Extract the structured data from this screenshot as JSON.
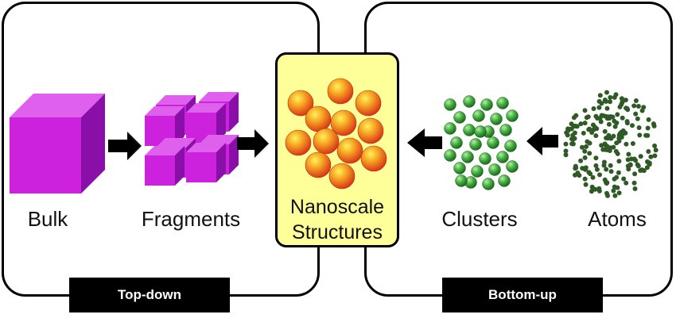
{
  "labels": {
    "bulk": "Bulk",
    "fragments": "Fragments",
    "nanoscale_line1": "Nanoscale",
    "nanoscale_line2": "Structures",
    "clusters": "Clusters",
    "atoms": "Atoms"
  },
  "banners": {
    "top_down": "Top-down",
    "bottom_up": "Bottom-up"
  },
  "colors": {
    "cube_front": "#cc22dd",
    "cube_top": "#e060ee",
    "cube_side": "#8a0fa8",
    "center_fill": "#ffff99",
    "nano_sphere": "#e8531a",
    "cluster_sphere": "#3ea83e",
    "atom_dot": "#2f5a26",
    "arrow": "#000000"
  }
}
